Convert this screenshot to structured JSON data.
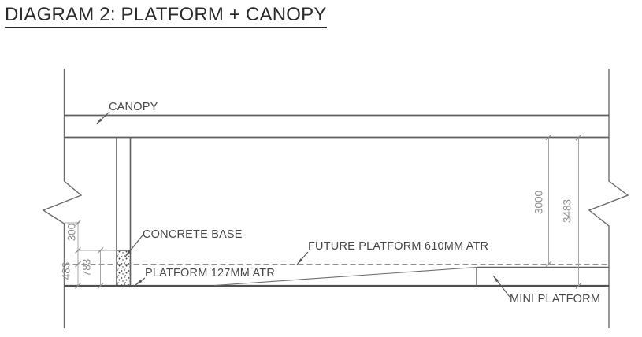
{
  "title": "DIAGRAM 2: PLATFORM + CANOPY",
  "labels": {
    "canopy": "CANOPY",
    "concrete_base": "CONCRETE BASE",
    "future_platform": "FUTURE PLATFORM 610MM ATR",
    "platform": "PLATFORM 127MM ATR",
    "mini_platform": "MINI PLATFORM"
  },
  "dimensions": {
    "left_chain": [
      {
        "value": "300"
      },
      {
        "value": "483"
      },
      {
        "value": "783"
      }
    ],
    "right_chain": [
      {
        "value": "3000"
      },
      {
        "value": "3483"
      }
    ]
  },
  "colors": {
    "background": "#ffffff",
    "line_main": "#5b5b5b",
    "line_dimension": "#a6a6a6",
    "dashed_line": "#909090",
    "text_title": "#2a2a2a",
    "text_label": "#474747",
    "text_dimension": "#8f8f8f"
  }
}
